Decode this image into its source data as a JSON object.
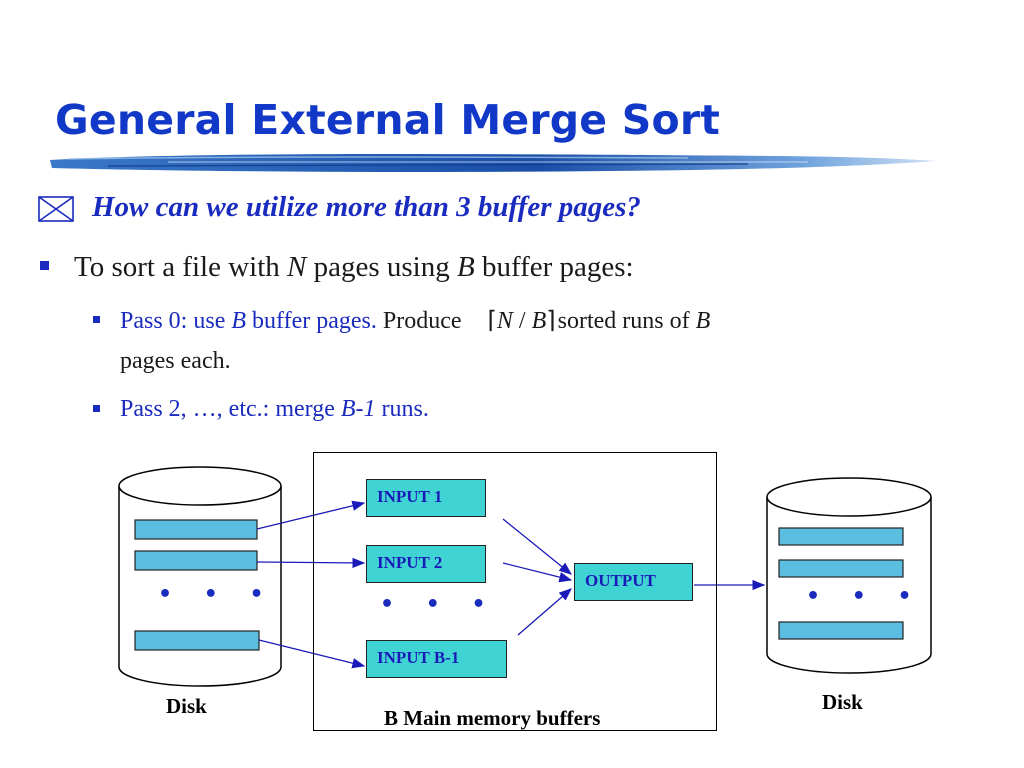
{
  "slide": {
    "title": "General External Merge Sort",
    "question": "How can we utilize more than 3 buffer pages?",
    "line1": {
      "a": "To sort a file with ",
      "n": "N",
      "b": " pages using ",
      "bvar": "B",
      "c": " buffer pages:"
    },
    "line2": {
      "a": "Pass 0: use ",
      "bvar": "B",
      "b": " buffer pages.",
      "c": " Produce ",
      "f_left": "⌈",
      "f_n": "N",
      "f_slash": " / ",
      "f_b": "B",
      "f_right": "⌉",
      "d": "sorted runs of ",
      "bvar2": "B",
      "cont": "pages each."
    },
    "line3": {
      "a": "Pass 2, …,  etc.: merge ",
      "bvar": "B-1",
      "b": " runs."
    }
  },
  "diagram": {
    "input1": "INPUT 1",
    "input2": "INPUT 2",
    "inputb": "INPUT B-1",
    "output": "OUTPUT",
    "dots": "• • •",
    "disk_left": "Disk",
    "disk_right": "Disk",
    "memory_label": "B Main memory buffers"
  },
  "icons": {
    "question_icon": "envelope-x-icon",
    "bullet": "square-bullet-icon"
  },
  "colors": {
    "title": "#1238c8",
    "accent": "#1a2bbf",
    "buffer_fill": "#3fd3d3",
    "page_fill": "#5bbde0"
  }
}
